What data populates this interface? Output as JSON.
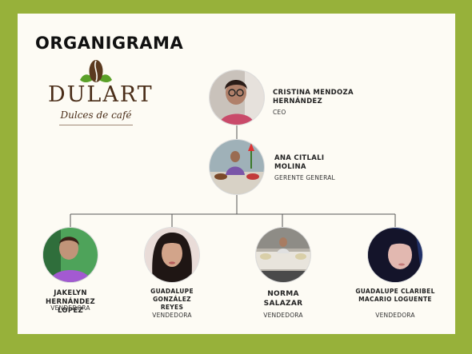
{
  "title": "ORGANIGRAMA",
  "logo": {
    "brand": "DULART",
    "tagline": "Dulces de café"
  },
  "colors": {
    "border": "#97b13a",
    "panel": "#fdfbf4",
    "logo_brown": "#4a2d18",
    "leaf_green": "#5aa028"
  },
  "people": {
    "ceo": {
      "name_line1": "CRISTINA MENDOZA",
      "name_line2": "HERNÁNDEZ",
      "role": "CEO"
    },
    "gm": {
      "name_line1": "ANA CITLALI",
      "name_line2": "MOLINA",
      "role": "GERENTE GENERAL"
    },
    "v1": {
      "name_line1": "JAKELYN",
      "name_line2": "HERNÁNDEZ LOPEZ",
      "role": "VENDEDORA"
    },
    "v2": {
      "name_line1": "GUADALUPE",
      "name_line2": "GONZÁLEZ",
      "name_line3": "REYES",
      "role": "VENDEDORA"
    },
    "v3": {
      "name_line1": "NORMA",
      "name_line2": "SALAZAR",
      "role": "VENDEDORA"
    },
    "v4": {
      "name_line1": "GUADALUPE CLARIBEL",
      "name_line2": "MACARIO LOGUENTE",
      "role": "VENDEDORA"
    }
  }
}
